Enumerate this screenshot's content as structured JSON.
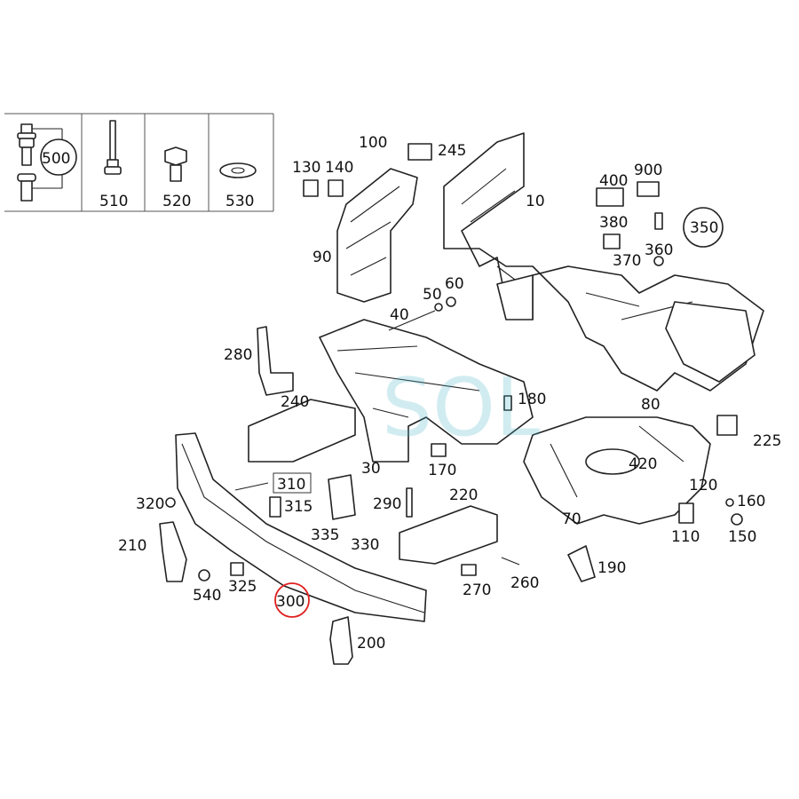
{
  "watermark": "SOL",
  "colors": {
    "highlight": "#e02020",
    "watermark": "#49b5c9"
  },
  "hardware_table": [
    {
      "label": "500",
      "icon": "stud-bolt-icon"
    },
    {
      "label": "510",
      "icon": "long-bolt-icon"
    },
    {
      "label": "520",
      "icon": "hex-bolt-icon"
    },
    {
      "label": "530",
      "icon": "washer-icon"
    }
  ],
  "labels": {
    "p10": "10",
    "p30": "30",
    "p40": "40",
    "p50": "50",
    "p60": "60",
    "p70": "70",
    "p80": "80",
    "p90": "90",
    "p100": "100",
    "p110": "110",
    "p120": "120",
    "p130": "130",
    "p140": "140",
    "p150": "150",
    "p160": "160",
    "p170": "170",
    "p180": "180",
    "p190": "190",
    "p200": "200",
    "p210": "210",
    "p220": "220",
    "p225": "225",
    "p240": "240",
    "p245": "245",
    "p260": "260",
    "p270": "270",
    "p280": "280",
    "p290": "290",
    "p300": "300",
    "p310": "310",
    "p315": "315",
    "p320": "320",
    "p325": "325",
    "p330": "330",
    "p335": "335",
    "p350": "350",
    "p360": "360",
    "p370": "370",
    "p380": "380",
    "p400": "400",
    "p420": "420",
    "p540": "540",
    "p900": "900"
  }
}
